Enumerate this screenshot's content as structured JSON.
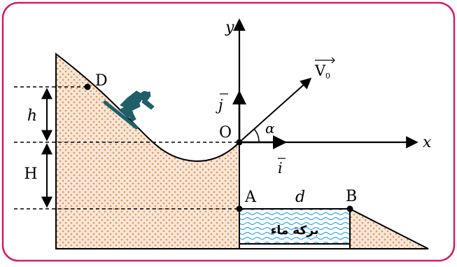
{
  "diagram": {
    "points": {
      "D": "D",
      "O": "O",
      "A": "A",
      "B": "B"
    },
    "distances": {
      "h": "h",
      "H": "H",
      "d": "d"
    },
    "axes": {
      "x": "x",
      "y": "y"
    },
    "vectors": {
      "i": "i",
      "j": "j",
      "v0_main": "V",
      "v0_sub": "0"
    },
    "angle": "α",
    "pool_label": "بركة ماء",
    "icons": {
      "skier": "snowboarder-icon"
    },
    "colors": {
      "frame": "#cc1f6a",
      "ground_dots": "#e69a4c",
      "ground_fill": "#f6e6dc",
      "water": "#3aa7e6",
      "skier": "#1f5f6a"
    }
  }
}
